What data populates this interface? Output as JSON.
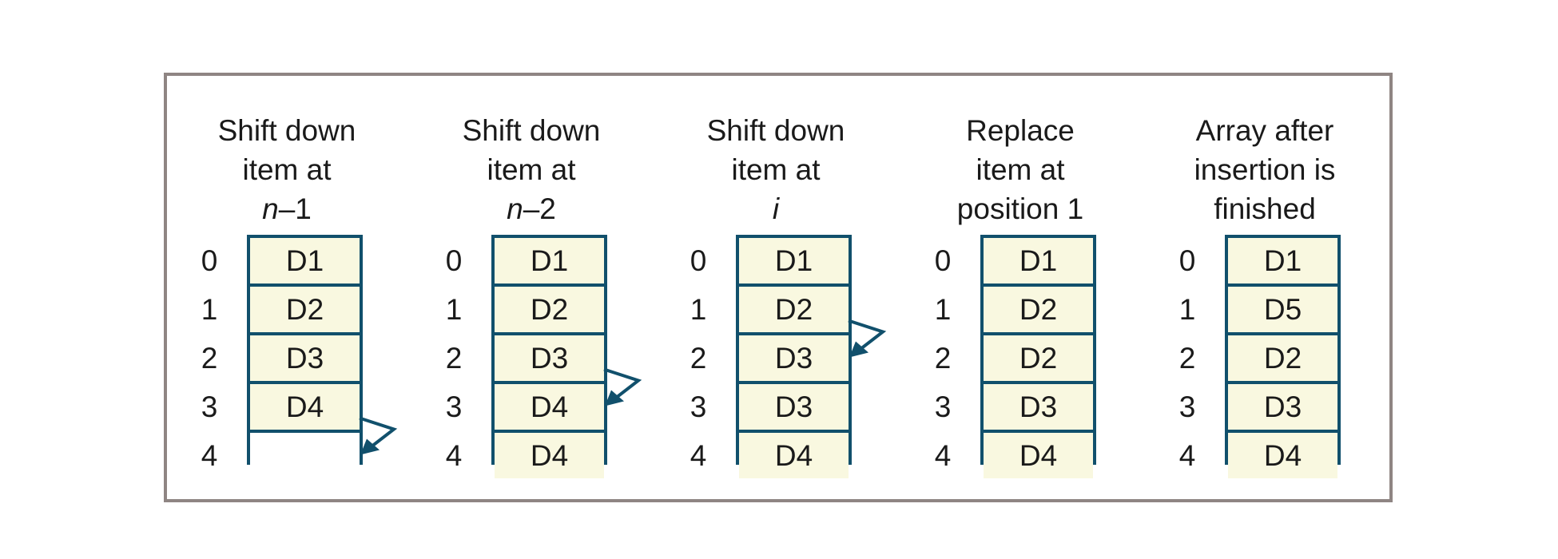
{
  "panels": [
    {
      "title": [
        "Shift down",
        "item at"
      ],
      "title_italic": "n",
      "title_rest": "–1",
      "indices": [
        "0",
        "1",
        "2",
        "3",
        "4"
      ],
      "cells": [
        "D1",
        "D2",
        "D3",
        "D4",
        ""
      ],
      "arrow_from": 3,
      "arrow_to": 4
    },
    {
      "title": [
        "Shift down",
        "item at"
      ],
      "title_italic": "n",
      "title_rest": "–2",
      "indices": [
        "0",
        "1",
        "2",
        "3",
        "4"
      ],
      "cells": [
        "D1",
        "D2",
        "D3",
        "D4",
        "D4"
      ],
      "arrow_from": 2,
      "arrow_to": 3
    },
    {
      "title": [
        "Shift down",
        "item at"
      ],
      "title_italic": "i",
      "title_rest": "",
      "indices": [
        "0",
        "1",
        "2",
        "3",
        "4"
      ],
      "cells": [
        "D1",
        "D2",
        "D3",
        "D3",
        "D4"
      ],
      "arrow_from": 1,
      "arrow_to": 2
    },
    {
      "title": [
        "Replace",
        "item at",
        "position 1"
      ],
      "title_italic": "",
      "title_rest": "",
      "indices": [
        "0",
        "1",
        "2",
        "3",
        "4"
      ],
      "cells": [
        "D1",
        "D2",
        "D2",
        "D3",
        "D4"
      ],
      "arrow_from": null,
      "arrow_to": null
    },
    {
      "title": [
        "Array after",
        "insertion is",
        "finished"
      ],
      "title_italic": "",
      "title_rest": "",
      "indices": [
        "0",
        "1",
        "2",
        "3",
        "4"
      ],
      "cells": [
        "D1",
        "D5",
        "D2",
        "D3",
        "D4"
      ],
      "arrow_from": null,
      "arrow_to": null
    }
  ],
  "colors": {
    "frame_border": "#8f8583",
    "array_border": "#11506c",
    "cell_fill": "#f9f8e0",
    "empty_fill": "#ffffff",
    "arrow": "#11506c",
    "text": "#1a1a1a"
  }
}
